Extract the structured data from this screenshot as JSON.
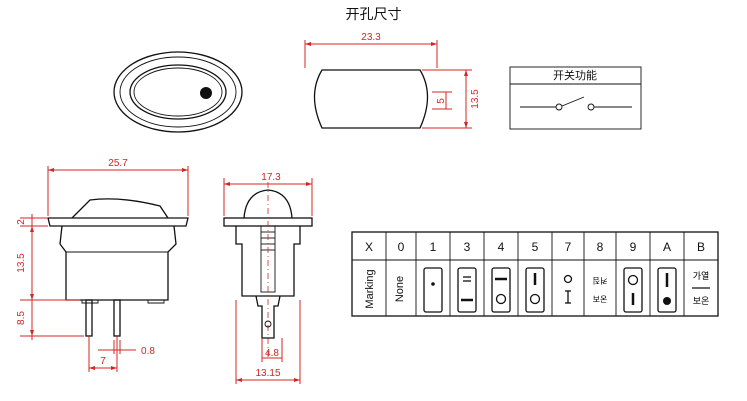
{
  "title": "开孔尺寸",
  "cutout": {
    "width": "23.3",
    "height": "13.5",
    "inner": "5"
  },
  "function_box": {
    "label": "开关功能"
  },
  "side_view": {
    "width": "25.7",
    "top": "2",
    "body": "13.5",
    "terminal": "8.5",
    "pitch": "7",
    "pin": "0.8"
  },
  "front_view": {
    "width": "17.3",
    "terminal": "4.8",
    "base": "13.15"
  },
  "marking_table": {
    "header": [
      "X",
      "0",
      "1",
      "3",
      "4",
      "5",
      "7",
      "8",
      "9",
      "A",
      "B"
    ],
    "row_label": "Marking",
    "none_label": "None",
    "korean": {
      "top8": "켜짐",
      "bottom8": "보온",
      "topB": "가열",
      "bottomB": "보온"
    }
  },
  "colors": {
    "dimension": "#d42424",
    "line": "#111111"
  }
}
